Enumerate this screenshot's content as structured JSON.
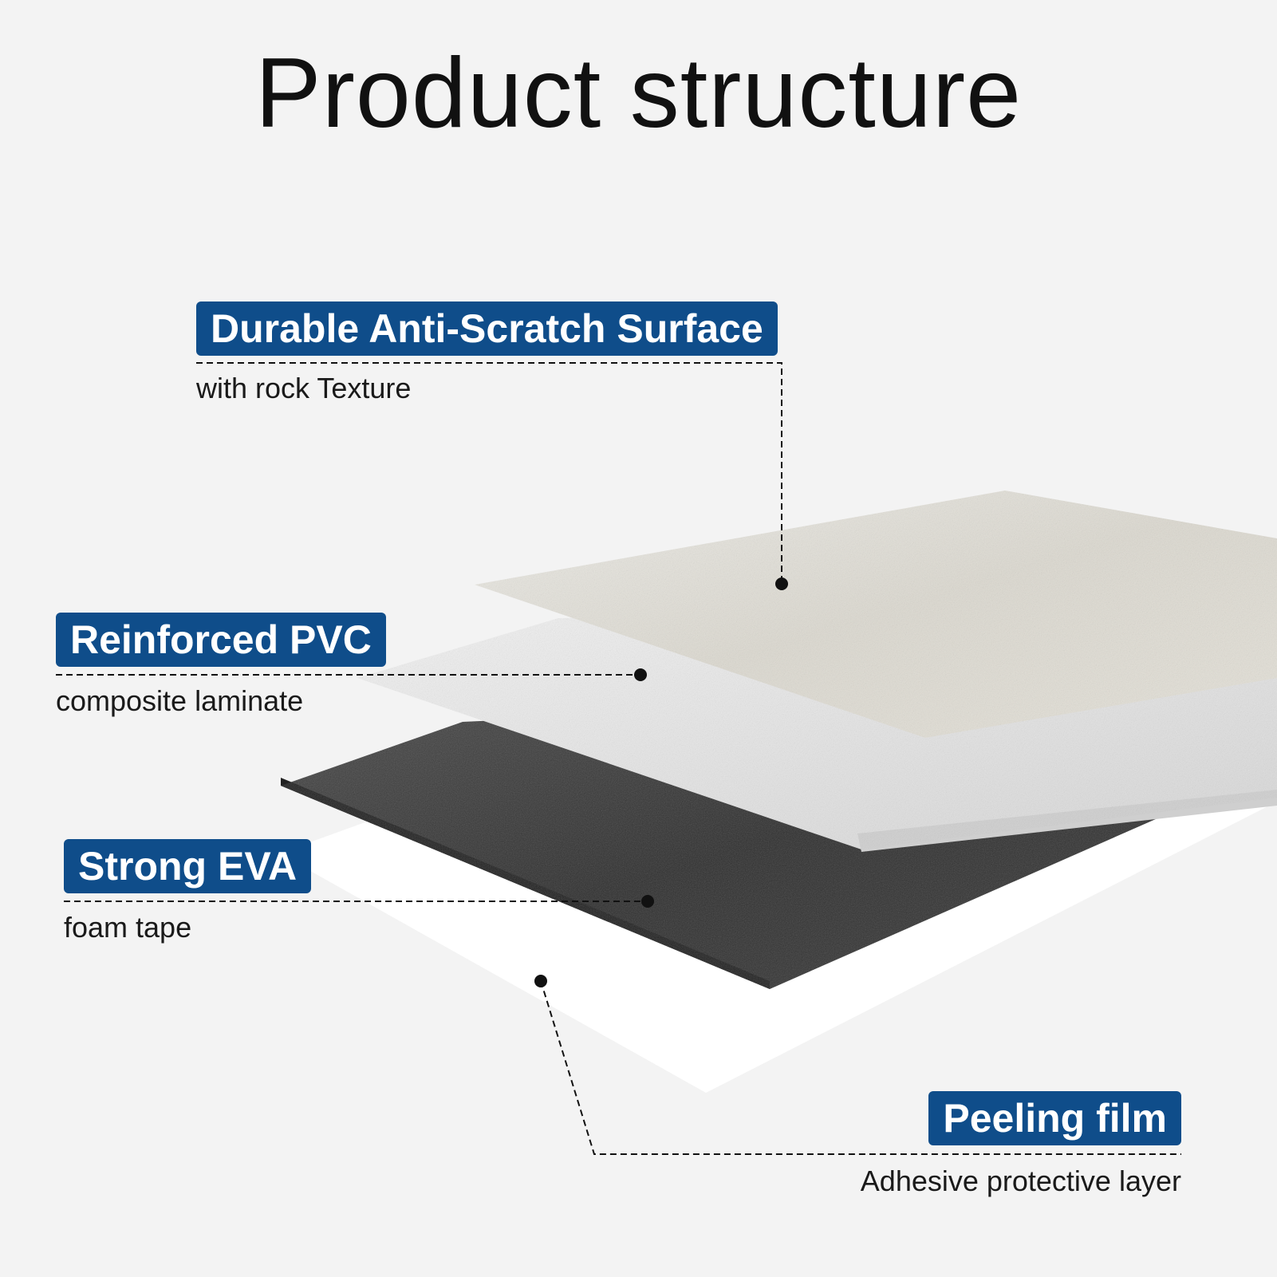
{
  "title": "Product structure",
  "colors": {
    "badge_bg": "#0f4d8a",
    "background": "#f3f3f3",
    "surface_layer": "#e6e3da",
    "pvc_layer": "#e9e9e9",
    "eva_layer": "#3b3b3b",
    "film_layer": "#ffffff"
  },
  "layers": [
    {
      "id": "surface",
      "name": "Durable Anti-Scratch Surface",
      "description": "with rock Texture"
    },
    {
      "id": "pvc",
      "name": "Reinforced PVC",
      "description": "composite laminate"
    },
    {
      "id": "eva",
      "name": "Strong EVA",
      "description": "foam tape"
    },
    {
      "id": "film",
      "name": "Peeling film",
      "description": "Adhesive protective layer"
    }
  ]
}
